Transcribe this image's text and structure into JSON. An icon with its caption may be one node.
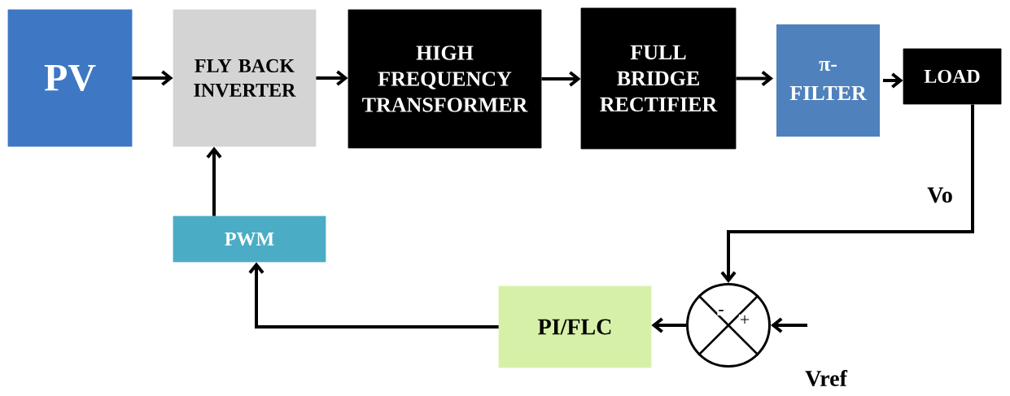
{
  "diagram": {
    "nodes": [
      {
        "text": [
          "PV"
        ]
      },
      {
        "text": [
          "FLY BACK INVERTER"
        ]
      },
      {
        "text": [
          "HIGH FREQUENCY TRANSFORMER"
        ]
      },
      {
        "text": [
          "FULL BRIDGE RECTIFIER"
        ]
      },
      {
        "text": [
          "π-",
          "FILTER"
        ]
      },
      {
        "text": [
          "LOAD"
        ]
      },
      {
        "text": [
          "PWM"
        ]
      },
      {
        "text": [
          "PI/FLC"
        ]
      },
      {
        "text": [
          "-",
          "+"
        ]
      }
    ],
    "edges": [
      {
        "from": 0,
        "to": 1,
        "arrow": "to"
      },
      {
        "from": 1,
        "to": 2,
        "arrow": "to"
      },
      {
        "from": 2,
        "to": 3,
        "arrow": "to"
      },
      {
        "from": 3,
        "to": 4,
        "arrow": "to"
      },
      {
        "from": 4,
        "to": 5,
        "arrow": "to"
      },
      {
        "from": 5,
        "to": 8,
        "arrow": "to"
      },
      {
        "from": null,
        "to": 8,
        "arrow": "to"
      },
      {
        "from": 8,
        "to": 7,
        "arrow": "to"
      },
      {
        "from": 7,
        "to": 6,
        "arrow": "to"
      },
      {
        "from": 6,
        "to": 1,
        "arrow": "to"
      }
    ],
    "labels": [
      "Vo",
      "Vref"
    ]
  }
}
